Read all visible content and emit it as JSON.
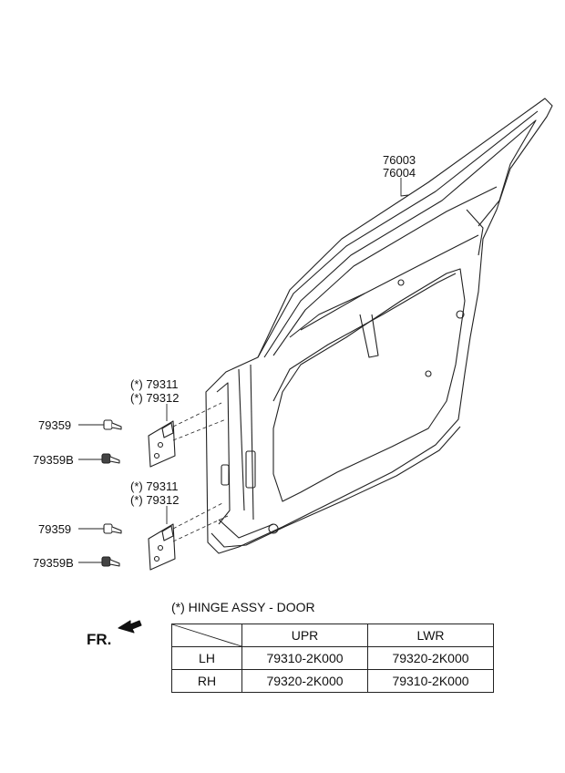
{
  "callouts": {
    "door_panel_a": "76003",
    "door_panel_b": "76004",
    "upper_hinge_a": "(*) 79311",
    "upper_hinge_b": "(*) 79312",
    "upper_bolt": "79359",
    "upper_bolt_b": "79359B",
    "lower_hinge_a": "(*) 79311",
    "lower_hinge_b": "(*) 79312",
    "lower_bolt": "79359",
    "lower_bolt_b": "79359B"
  },
  "note": "(*) HINGE ASSY - DOOR",
  "direction_label": "FR.",
  "table": {
    "headers": [
      "",
      "UPR",
      "LWR"
    ],
    "rows": [
      {
        "side": "LH",
        "upr": "79310-2K000",
        "lwr": "79320-2K000"
      },
      {
        "side": "RH",
        "upr": "79320-2K000",
        "lwr": "79310-2K000"
      }
    ]
  }
}
